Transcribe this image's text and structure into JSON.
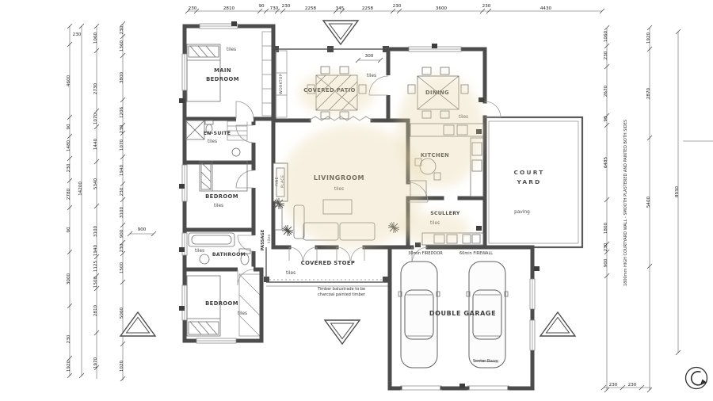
{
  "colors": {
    "wall": "#4c4c4c",
    "highlight": "#e7d4a4",
    "paper": "#ffffff"
  },
  "rooms": {
    "main_bedroom": {
      "line1": "MAIN",
      "line2": "BEDROOM",
      "floor": "tiles"
    },
    "covered_patio": {
      "label": "COVERED PATIO",
      "floor": "tiles"
    },
    "worktop": {
      "label": "WORKTOP"
    },
    "dining": {
      "label": "DINING",
      "floor": "tiles"
    },
    "kitchen": {
      "label": "KITCHEN"
    },
    "livingroom": {
      "label": "LIVINGROOM",
      "floor": "tiles"
    },
    "courtyard": {
      "line1": "COURT",
      "line2": "YARD",
      "floor": "paving"
    },
    "ensuite": {
      "label": "EN-SUITE",
      "floor": "tiles"
    },
    "bedroom_mid": {
      "label": "BEDROOM",
      "floor": "tiles"
    },
    "bathroom": {
      "label": "BATHROOM",
      "floor": "tiles"
    },
    "scullery": {
      "label": "SCULLERY",
      "floor": "tiles"
    },
    "passage": {
      "label": "PASSAGE",
      "floor": "tiles"
    },
    "fireplace": {
      "line1": "FIRE",
      "line2": "PLACE"
    },
    "covered_stoep": {
      "label": "COVERED STOEP",
      "floor": "tiles"
    },
    "bedroom_bottom": {
      "label": "BEDROOM",
      "floor": "tiles"
    },
    "garage": {
      "label": "DOUBLE GARAGE"
    }
  },
  "notes": {
    "firedoor": "30min FIREDOOR",
    "firewall": "60min FIREWALL",
    "balustrade_1": "Timber balustrade to be",
    "balustrade_2": "charcoal painted timber",
    "garage_mark": "Senter Room",
    "courtyard_wall": "1800mm HIGH COURTYARD WALL - SMOOTH PLASTERED AND PAINTED BOTH SIDES"
  },
  "dims": {
    "top": [
      "230",
      "2810",
      "90",
      "730",
      "230",
      "2258",
      "345",
      "2258",
      "230",
      "3600",
      "230",
      "4430"
    ],
    "left_a": [
      "230",
      "4600",
      "90",
      "1480",
      "230",
      "2780",
      "90",
      "3000",
      "230",
      "1920"
    ],
    "left_total": "14200",
    "left_b": [
      "1060",
      "2730",
      "1070",
      "1440",
      "5340",
      "3100",
      "1940",
      "1125",
      "1500",
      "2810",
      "1970"
    ],
    "left_c": [
      "230",
      "1360",
      "3800",
      "1206",
      "230",
      "1070",
      "1940",
      "230",
      "3100",
      "900",
      "230",
      "1500",
      "5060",
      "1020"
    ],
    "right_a": [
      "1060",
      "230",
      "2670",
      "90",
      "6485",
      "1800",
      "230",
      "900"
    ],
    "right_b": [
      "1920",
      "2870",
      "5400"
    ],
    "right_c": [
      "8930"
    ],
    "bottom": [
      "230",
      "230"
    ],
    "patio": "300",
    "mid": "900"
  }
}
